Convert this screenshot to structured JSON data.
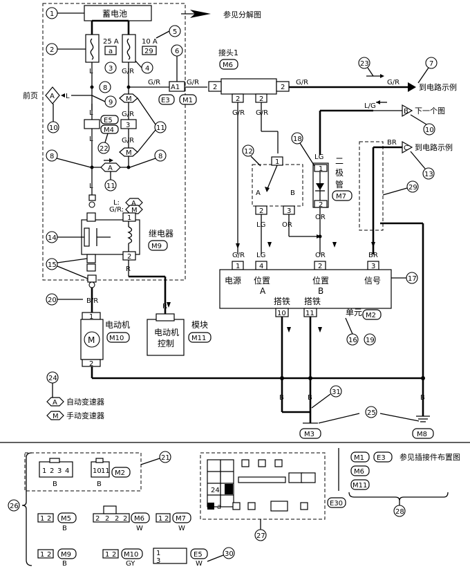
{
  "labels": {
    "battery": "蓄电池",
    "see_exploded": "参见分解图",
    "front_page": "前页",
    "joint1": "接头1",
    "to_circuit_example_1": "到电路示例",
    "next_diagram": "下一个图",
    "to_circuit_example_2": "到电路示例",
    "diode_1": "二",
    "diode_2": "极",
    "diode_3": "管",
    "relay": "继电器",
    "motor": "电动机",
    "module": "模块",
    "motor_control_1": "电动机",
    "motor_control_2": "控制",
    "power": "电源",
    "position": "位置",
    "position_a": "A",
    "position_b": "B",
    "signal": "信号",
    "ground": "搭铁",
    "unit": "单元",
    "at": "自动变速器",
    "mt": "手动变速器",
    "see_connector_layout": "参见插接件布置图"
  },
  "fuses": {
    "f25": "25 A",
    "f25_code": "a",
    "f10": "10 A",
    "f10_code": "29"
  },
  "wires": {
    "l": "L",
    "gr": "G/R",
    "lg": "LG",
    "lgslash": "L/G",
    "or": "OR",
    "br": "BR",
    "r": "R",
    "br_slash": "B/R",
    "b": "B",
    "lcolon": "L:",
    "grcolon": "G/R:"
  },
  "connectors": {
    "m1": "M1",
    "m2": "M2",
    "m3": "M3",
    "m4": "M4",
    "m5": "M5",
    "m6": "M6",
    "m7": "M7",
    "m8": "M8",
    "m9": "M9",
    "m10": "M10",
    "m11": "M11",
    "e3": "E3",
    "e5": "E5",
    "e30": "E30"
  },
  "flags": {
    "a": "A",
    "m": "M",
    "b": "B",
    "c": "C"
  },
  "pins": {
    "p1": "1",
    "p2": "2",
    "p3": "3",
    "p4": "4",
    "p10": "10",
    "p11": "11",
    "p24": "24",
    "a1": "A1",
    "pa": "a"
  },
  "colors_code": {
    "b": "B",
    "w": "W",
    "gy": "GY"
  },
  "callouts": [
    "1",
    "2",
    "3",
    "4",
    "5",
    "6",
    "7",
    "8",
    "9",
    "10",
    "11",
    "12",
    "13",
    "14",
    "15",
    "16",
    "17",
    "18",
    "19",
    "20",
    "21",
    "22",
    "23",
    "24",
    "25",
    "26",
    "27",
    "28",
    "29",
    "30",
    "31"
  ]
}
